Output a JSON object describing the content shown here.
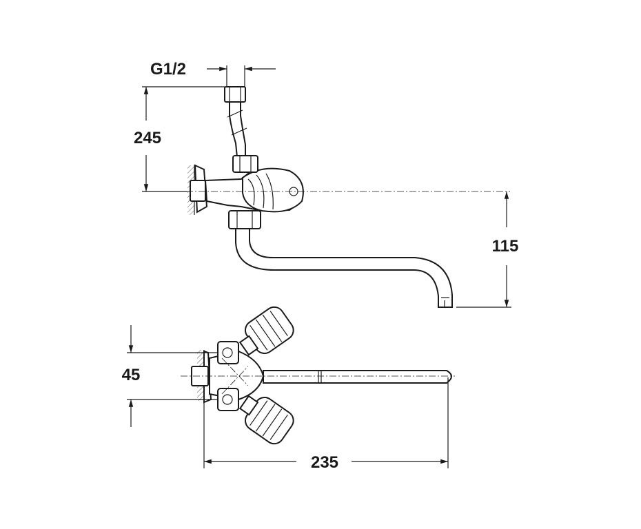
{
  "dimensions": {
    "thread": "G1/2",
    "height_supply": "245",
    "spout_drop": "115",
    "centres": "45",
    "spout_length": "235"
  },
  "colors": {
    "line": "#1a1a1a",
    "background": "#ffffff"
  }
}
